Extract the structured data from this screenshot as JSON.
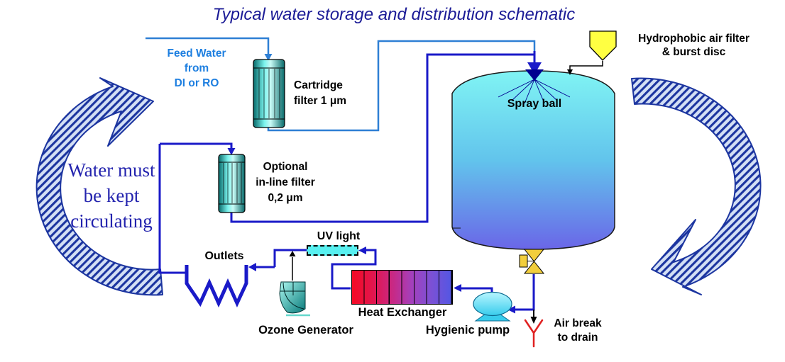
{
  "title": "Typical water storage and distribution schematic",
  "labels": {
    "feed_water": {
      "l1": "Feed Water",
      "l2": "from",
      "l3": "DI or RO"
    },
    "cartridge_filter": {
      "l1": "Cartridge",
      "l2": "filter 1 μm"
    },
    "optional_filter": {
      "l1": "Optional",
      "l2": "in-line filter",
      "l3": "0,2 μm"
    },
    "hydrophobic_filter": {
      "l1": "Hydrophobic air filter",
      "l2": "& burst disc"
    },
    "spray_ball": "Spray ball",
    "circulating": {
      "l1": "Water must",
      "l2": "be kept",
      "l3": "circulating"
    },
    "outlets": "Outlets",
    "uv_light": "UV light",
    "ozone_generator": "Ozone Generator",
    "heat_exchanger": "Heat Exchanger",
    "hygienic_pump": "Hygienic pump",
    "air_break": {
      "l1": "Air break",
      "l2": "to drain"
    }
  },
  "colors": {
    "title_text": "#1b1b96",
    "feed_text": "#1e7fe0",
    "serif_text": "#2323ae",
    "feed_pipe": "#2e7fd4",
    "loop_pipe": "#1a1ac8",
    "spray_navy": "#000090",
    "tank_top": "#80f4f4",
    "tank_mid": "#62c4ec",
    "tank_bottom": "#6a66e8",
    "filter_teal_dark": "#066868",
    "filter_teal_light": "#7af2ec",
    "yellow_filter": "#ffff42",
    "valve_gold": "#f2ce3c",
    "uv_cyan": "#58f0f0",
    "pump_cyan_light": "#b8f6ff",
    "pump_cyan": "#38ccec",
    "drain_red": "#e02020",
    "hatch_fill": "#d4e0f5",
    "hatch_stripe": "#1c35a0"
  }
}
